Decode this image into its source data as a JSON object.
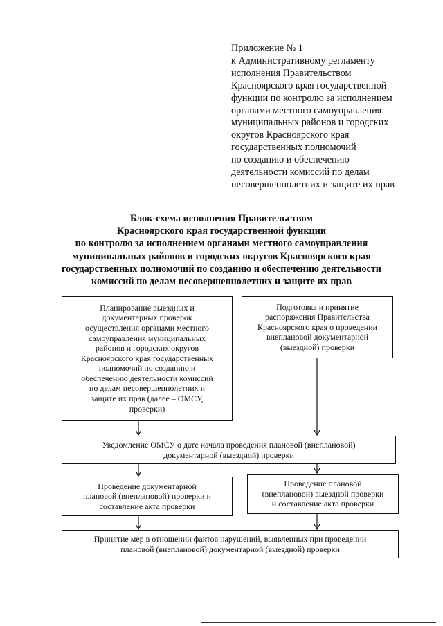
{
  "appendix": {
    "lines": [
      "Приложение № 1",
      "к Административному регламенту",
      "исполнения Правительством",
      "Красноярского края государственной",
      "функции по контролю за исполнением",
      "органами местного самоуправления",
      "муниципальных районов и городских",
      "округов Красноярского края",
      "государственных полномочий",
      "по созданию и обеспечению",
      "деятельности комиссий по делам",
      "несовершеннолетних и защите их прав"
    ]
  },
  "title": {
    "lines": [
      "Блок-схема исполнения Правительством",
      "Красноярского края государственной функции",
      "по контролю за исполнением органами местного самоуправления",
      "муниципальных районов и городских округов Красноярского края",
      "государственных полномочий по созданию и обеспечению деятельности",
      "комиссий по делам несовершеннолетних и защите их прав"
    ]
  },
  "boxes": {
    "plan": {
      "lines": [
        "Планирование выездных и",
        "документарных проверок",
        "осуществления органами местного",
        "самоуправления муниципальных",
        "районов и городских округов",
        "Красноярского края государственных",
        "полномочий по созданию и",
        "обеспечению деятельности комиссий",
        "по делам несовершеннолетних и",
        "защите их прав (далее – ОМСУ,",
        "проверки)"
      ]
    },
    "order": {
      "lines": [
        "Подготовка и принятие",
        "распоряжения Правительства",
        "Красноярского края о проведении",
        "внеплановой документарной",
        "(выездной) проверки"
      ]
    },
    "notify": {
      "lines": [
        "Уведомление ОМСУ о дате начала проведения плановой (внеплановой)",
        "документарной (выездной) проверки"
      ]
    },
    "doc_check": {
      "lines": [
        "Проведение документарной",
        "плановой (внеплановой) проверки и",
        "составление акта проверки"
      ]
    },
    "field_check": {
      "lines": [
        "Проведение плановой",
        "(внеплановой) выездной проверки",
        "и составление акта проверки"
      ]
    },
    "measures": {
      "lines": [
        "Принятие мер в отношении фактов нарушений, выявленных при проведении",
        "плановой (внеплановой) документарной (выездной) проверки"
      ]
    }
  }
}
